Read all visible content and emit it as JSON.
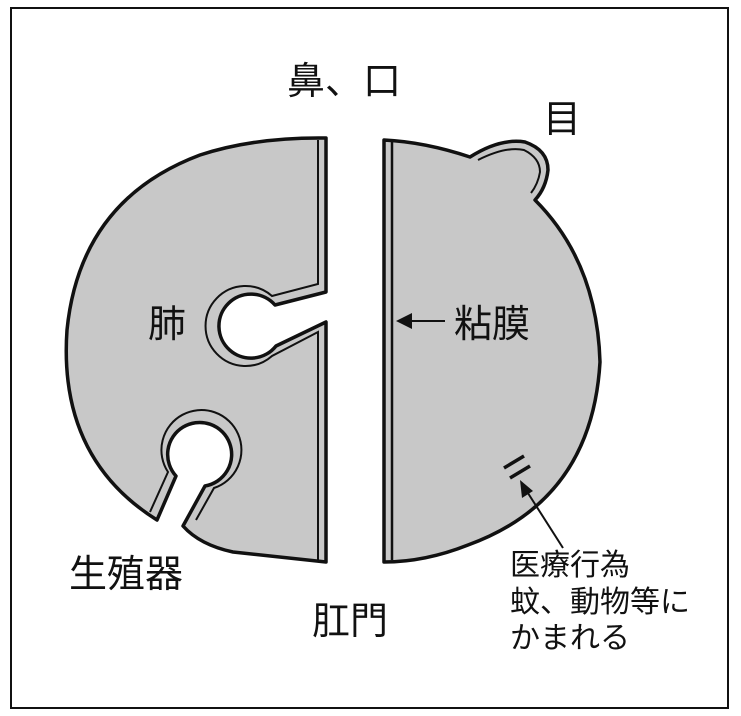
{
  "labels": {
    "nose_mouth": "鼻、口",
    "eye": "目",
    "lung": "肺",
    "mucosa": "粘膜",
    "genital": "生殖器",
    "anus": "肛門",
    "medical_line1": "医療行為",
    "medical_line2": "蚊、動物等に",
    "medical_line3": "かまれる"
  },
  "colors": {
    "body_fill": "#c8c8c8",
    "outline": "#111111",
    "background": "#ffffff"
  }
}
